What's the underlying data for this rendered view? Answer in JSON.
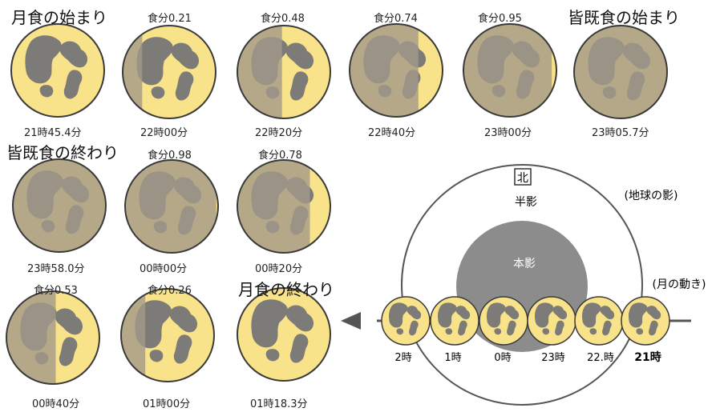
{
  "colors": {
    "moon_lit": "#f8e28a",
    "moon_outline": "#3a3a3a",
    "maria": "#7d7b77",
    "umbra_on_moon": "#a29a88",
    "penumbra_fill": "#ffffff",
    "umbra_fill": "#8c8c8c",
    "arrow": "#555555"
  },
  "phases": [
    {
      "heading": "月食の始まり",
      "time": "21時45.4分",
      "shadow": 0.0
    },
    {
      "magnitude": "食分0.21",
      "time": "22時00分",
      "shadow": 0.21
    },
    {
      "magnitude": "食分0.48",
      "time": "22時20分",
      "shadow": 0.48
    },
    {
      "magnitude": "食分0.74",
      "time": "22時40分",
      "shadow": 0.74
    },
    {
      "magnitude": "食分0.95",
      "time": "23時00分",
      "shadow": 0.95
    },
    {
      "heading": "皆既食の始まり",
      "time": "23時05.7分",
      "shadow": 1.0
    },
    {
      "heading": "皆既食の終わり",
      "time": "23時58.0分",
      "shadow": 1.0
    },
    {
      "magnitude": "食分0.98",
      "time": "00時00分",
      "shadow": 0.98
    },
    {
      "magnitude": "食分0.78",
      "time": "00時20分",
      "shadow": 0.78
    },
    {
      "magnitude": "食分0.53",
      "time": "00時40分",
      "shadow": 0.53
    },
    {
      "magnitude": "食分0.26",
      "time": "01時00分",
      "shadow": 0.26
    },
    {
      "heading": "月食の終わり",
      "time": "01時18.3分",
      "shadow": 0.0
    }
  ],
  "diagram": {
    "north": "北",
    "penumbra": "半影",
    "umbra": "本影",
    "earth_shadow": "(地球の影)",
    "moon_motion": "(月の動き)",
    "hours": [
      "2時",
      "1時",
      "0時",
      "23時",
      "22.時",
      "21時"
    ]
  }
}
